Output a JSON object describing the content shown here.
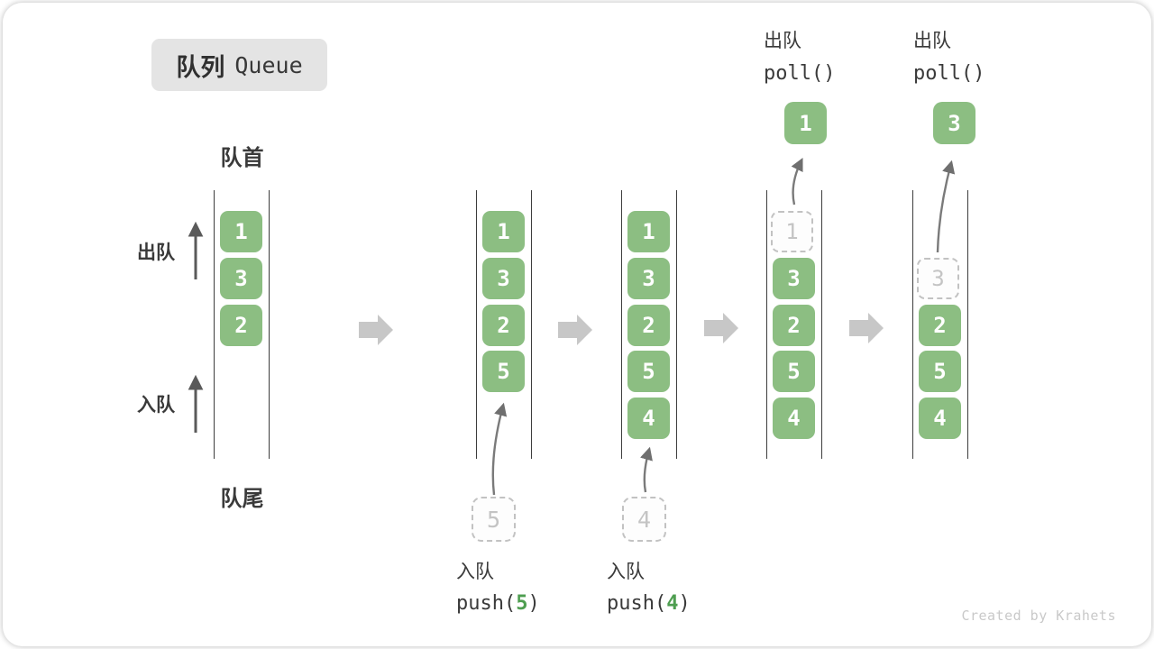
{
  "title": {
    "zh": "队列",
    "en": "Queue"
  },
  "labels": {
    "front": "队首",
    "rear": "队尾",
    "dequeue": "出队",
    "enqueue": "入队"
  },
  "watermark": "Created by Krahets",
  "colors": {
    "box_green": "#8CBE82",
    "arg_green": "#4E9E50",
    "block_arrow": "#C7C7C7",
    "dash_border": "#C2C2C2"
  },
  "stages": [
    {
      "boxes": [
        {
          "value": "1",
          "row": 0,
          "type": "solid"
        },
        {
          "value": "3",
          "row": 1,
          "type": "solid"
        },
        {
          "value": "2",
          "row": 2,
          "type": "solid"
        }
      ]
    },
    {
      "boxes": [
        {
          "value": "1",
          "row": 0,
          "type": "solid"
        },
        {
          "value": "3",
          "row": 1,
          "type": "solid"
        },
        {
          "value": "2",
          "row": 2,
          "type": "solid"
        },
        {
          "value": "5",
          "row": 3,
          "type": "solid"
        }
      ],
      "pending": {
        "value": "5"
      },
      "caption": {
        "action": "入队",
        "code_before": "push(",
        "arg": "5",
        "code_after": ")"
      }
    },
    {
      "boxes": [
        {
          "value": "1",
          "row": 0,
          "type": "solid"
        },
        {
          "value": "3",
          "row": 1,
          "type": "solid"
        },
        {
          "value": "2",
          "row": 2,
          "type": "solid"
        },
        {
          "value": "5",
          "row": 3,
          "type": "solid"
        },
        {
          "value": "4",
          "row": 4,
          "type": "solid"
        }
      ],
      "pending": {
        "value": "4"
      },
      "caption": {
        "action": "入队",
        "code_before": "push(",
        "arg": "4",
        "code_after": ")"
      }
    },
    {
      "boxes": [
        {
          "value": "1",
          "row": 0,
          "type": "dashed"
        },
        {
          "value": "3",
          "row": 1,
          "type": "solid"
        },
        {
          "value": "2",
          "row": 2,
          "type": "solid"
        },
        {
          "value": "5",
          "row": 3,
          "type": "solid"
        },
        {
          "value": "4",
          "row": 4,
          "type": "solid"
        }
      ],
      "polled": {
        "action": "出队",
        "code": "poll()",
        "value": "1"
      }
    },
    {
      "boxes": [
        {
          "value": "3",
          "row": 1,
          "type": "dashed"
        },
        {
          "value": "2",
          "row": 2,
          "type": "solid"
        },
        {
          "value": "5",
          "row": 3,
          "type": "solid"
        },
        {
          "value": "4",
          "row": 4,
          "type": "solid"
        }
      ],
      "polled": {
        "action": "出队",
        "code": "poll()",
        "value": "3"
      }
    }
  ]
}
